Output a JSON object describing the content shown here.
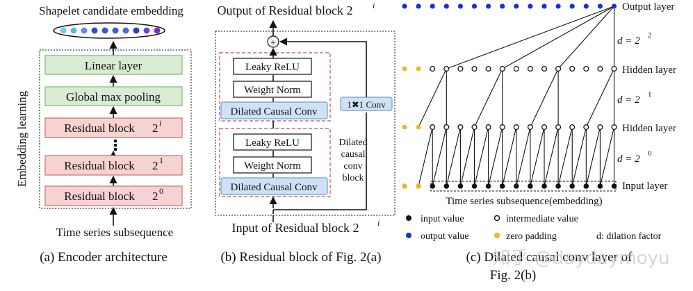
{
  "panel_a": {
    "top_label": "Shapelet candidate embedding",
    "side_label": "Embedding learning",
    "blocks": [
      "Linear layer",
      "Global max pooling",
      "Residual block",
      "Residual block",
      "Residual block"
    ],
    "block_exponents": [
      "i",
      "1",
      "0"
    ],
    "block_base": "2",
    "input_label": "Time series subsequence",
    "caption": "(a) Encoder architecture",
    "embedding_colors": [
      "#7ec3ee",
      "#58b7e3",
      "#6b86e0",
      "#2c4fd1",
      "#3a56d6",
      "#3c5ad9",
      "#4b6be0",
      "#2b3fc2",
      "#6b46c8",
      "#7b2fbf"
    ]
  },
  "panel_b": {
    "output_label": "Output of Residual block  2",
    "output_exp": "i",
    "plus": "+",
    "leaky": "Leaky ReLU",
    "weight_norm": "Weight Norm",
    "dilated": "Dilated Causal Conv",
    "conv1x1": "1✖1 Conv",
    "block_label": [
      "Dilated",
      "causal",
      "conv",
      "block"
    ],
    "input_label": "Input of Residual block  2",
    "input_exp": "i",
    "caption": "(b) Residual block of Fig. 2(a)"
  },
  "panel_c": {
    "layers": [
      "Output layer",
      "Hidden layer",
      "Hidden layer",
      "Input layer"
    ],
    "dilations": [
      {
        "base": "d = 2",
        "exp": "2"
      },
      {
        "base": "d = 2",
        "exp": "1"
      },
      {
        "base": "d = 2",
        "exp": "0"
      }
    ],
    "subsequence_label": "Time series subsequence(embedding)",
    "legend": {
      "input_value": "input value",
      "intermediate_value": "intermediate value",
      "output_value": "output value",
      "zero_padding": "zero padding",
      "dilation": "d: dilation factor"
    },
    "caption_line1": "(c) Dilated causal conv layer of",
    "caption_line2": "Fig. 2(b)",
    "colors": {
      "output": "#1a2fd6",
      "padding": "#f0b429",
      "input": "#111111"
    }
  },
  "watermark": "知乎 @daydaymoyu"
}
